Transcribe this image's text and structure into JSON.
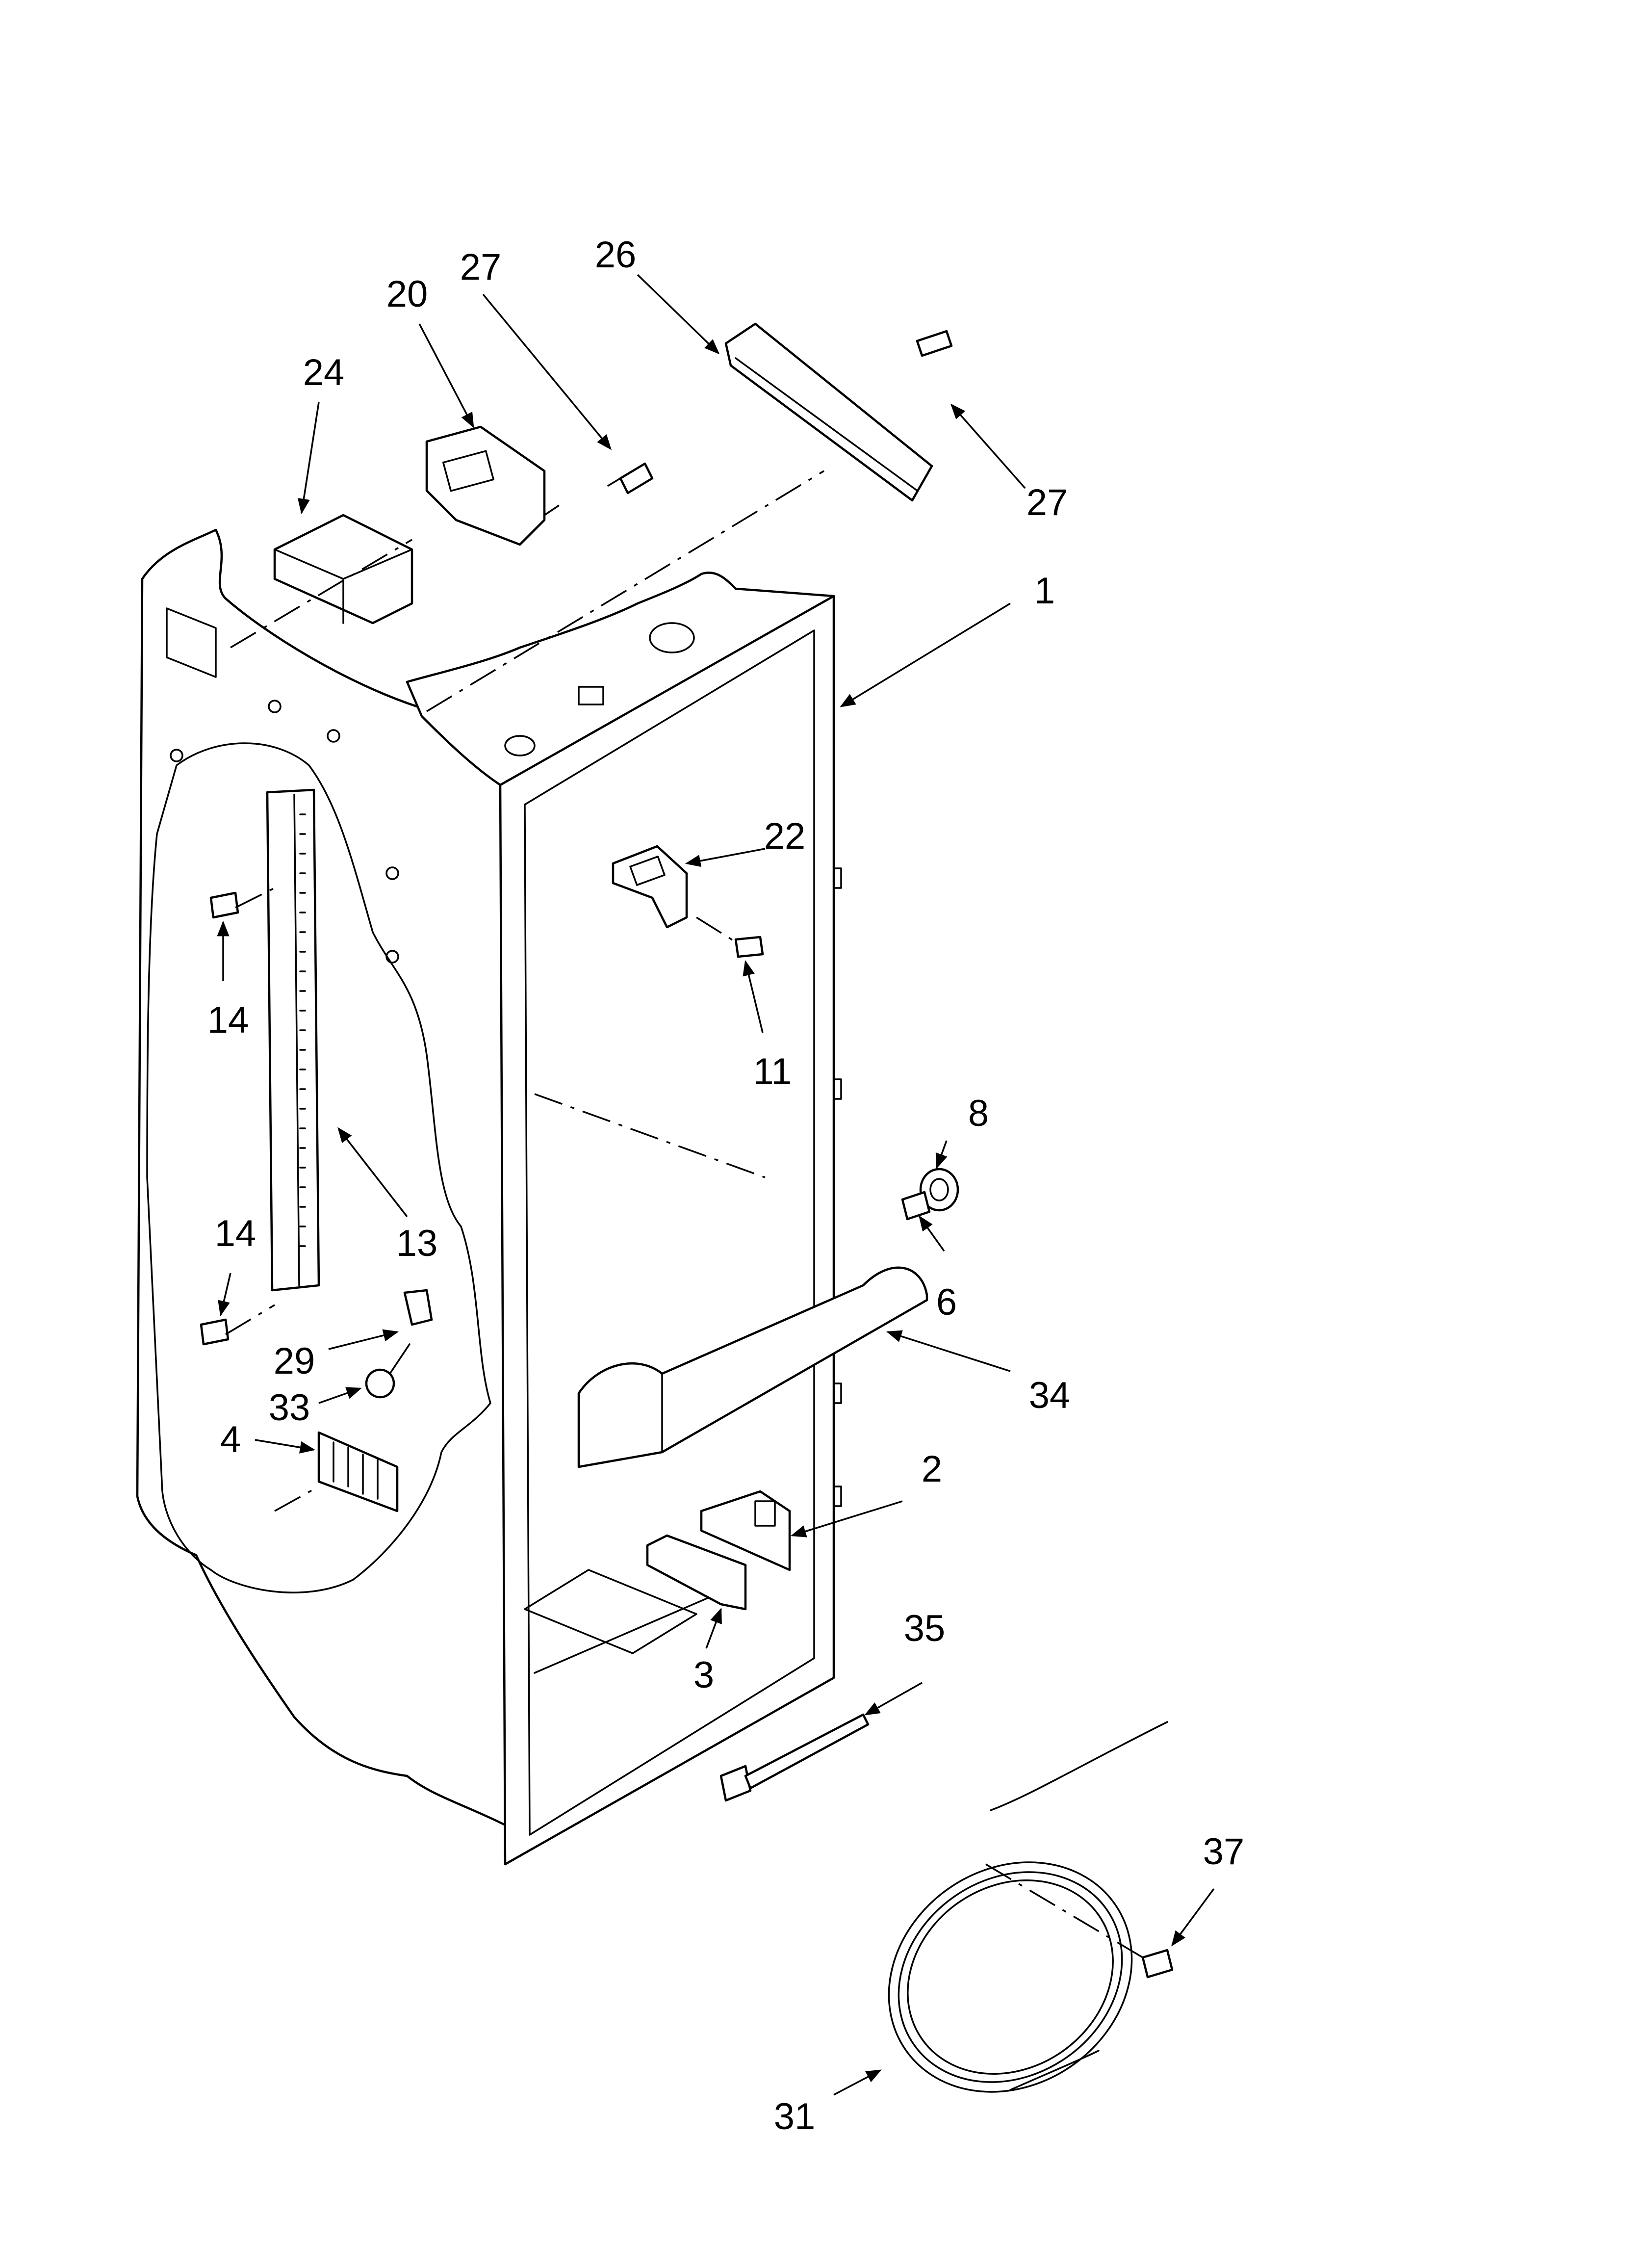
{
  "callouts": [
    {
      "id": "c1",
      "label": "1"
    },
    {
      "id": "c2",
      "label": "2"
    },
    {
      "id": "c3",
      "label": "3"
    },
    {
      "id": "c4",
      "label": "4"
    },
    {
      "id": "c6",
      "label": "6"
    },
    {
      "id": "c8",
      "label": "8"
    },
    {
      "id": "c11",
      "label": "11"
    },
    {
      "id": "c13",
      "label": "13"
    },
    {
      "id": "c14a",
      "label": "14"
    },
    {
      "id": "c14b",
      "label": "14"
    },
    {
      "id": "c20",
      "label": "20"
    },
    {
      "id": "c22",
      "label": "22"
    },
    {
      "id": "c24",
      "label": "24"
    },
    {
      "id": "c26",
      "label": "26"
    },
    {
      "id": "c27a",
      "label": "27"
    },
    {
      "id": "c27b",
      "label": "27"
    },
    {
      "id": "c29",
      "label": "29"
    },
    {
      "id": "c31",
      "label": "31"
    },
    {
      "id": "c33",
      "label": "33"
    },
    {
      "id": "c34",
      "label": "34"
    },
    {
      "id": "c35",
      "label": "35"
    },
    {
      "id": "c37",
      "label": "37"
    }
  ],
  "colors": {
    "line": "#000000",
    "background": "#ffffff"
  }
}
